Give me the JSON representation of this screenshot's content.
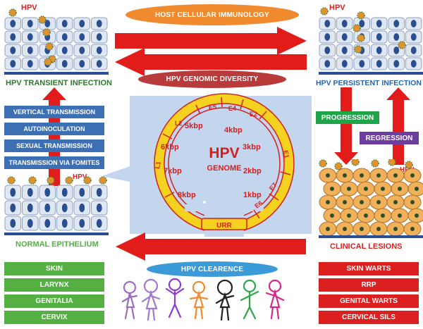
{
  "labels": {
    "hpv_top_left": "HPV",
    "hpv_top_right": "HPV",
    "hpv_mid_left": "HPV",
    "hpv_mid_right": "HPV",
    "transient": "HPV TRANSIENT INFECTION",
    "persistent": "HPV PERSISTENT INFECTION",
    "normal": "NORMAL EPITHELIUM",
    "clinical": "CLINICAL LESIONS"
  },
  "pills": {
    "host": "HOST CELLULAR IMMUNOLOGY",
    "diversity": "HPV GENOMIC DIVERSITY",
    "clearence": "HPV CLEARENCE"
  },
  "transmission": [
    "VERTICAL TRANSMISSION",
    "AUTOINOCULATION",
    "SEXUAL TRANSMISSION",
    "TRANSMISSION VIA FOMITES"
  ],
  "sites": [
    "SKIN",
    "LARYNX",
    "GENITALIA",
    "CERVIX"
  ],
  "lesions": [
    "SKIN WARTS",
    "RRP",
    "GENITAL WARTS",
    "CERVICAL SILS"
  ],
  "progression": "PROGRESSION",
  "regression": "REGRESSION",
  "genome": {
    "title": "HPV",
    "subtitle": "GENOME",
    "kbp": [
      "1kbp",
      "2kbp",
      "3kbp",
      "4kbp",
      "5kbp",
      "6kbp",
      "7kbp",
      "8kbp"
    ],
    "genes": [
      "E5",
      "E4",
      "E2",
      "E1",
      "E7",
      "E6",
      "L2",
      "L1"
    ],
    "urr": "URR"
  },
  "colors": {
    "red_arrow": "#e21b1b",
    "orange_pill": "#f08a2e",
    "darkred_pill": "#b83a3a",
    "blue_pill": "#3b9ad8",
    "genome_bg": "#c3d6ee",
    "genome_ring": "#f5d21f",
    "progression_box": "#1fa44a",
    "regression_box": "#6d3ea0"
  }
}
